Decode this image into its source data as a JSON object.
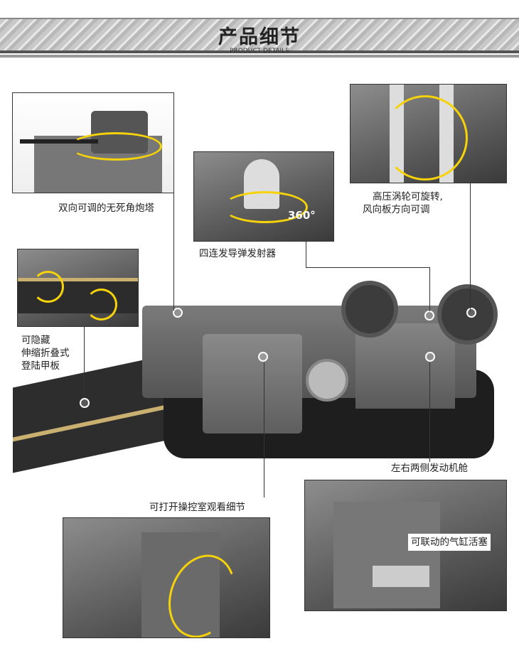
{
  "header": {
    "title": "产品细节",
    "subtitle": "PRODUCT DETAILS"
  },
  "callouts": {
    "turret": "双向可调的无死角炮塔",
    "missile": "四连发导弹发射器",
    "missile_angle": "360°",
    "turbine_line1": "高压涡轮可旋转,",
    "turbine_line2": "风向板方向可调",
    "ramp_line1": "可隐藏",
    "ramp_line2": "伸缩折叠式",
    "ramp_line3": "登陆甲板",
    "engine": "左右两侧发动机舱",
    "cockpit": "可打开操控室观看细节",
    "piston": "可联动的气缸活塞"
  },
  "colors": {
    "accent": "#f5d20a",
    "text": "#222222"
  }
}
